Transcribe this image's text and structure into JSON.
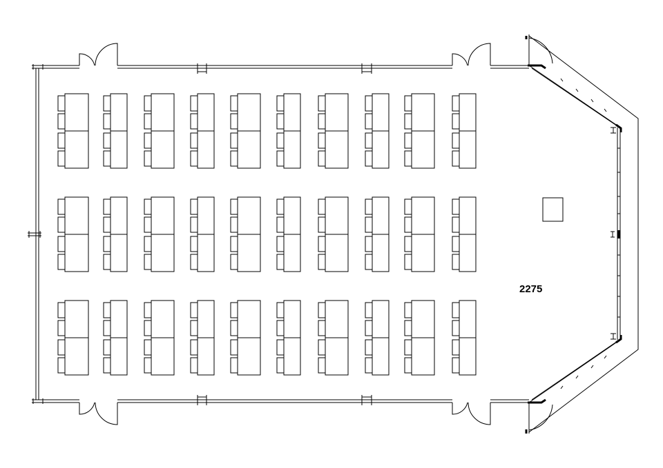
{
  "room": {
    "number": "2275"
  },
  "layout": {
    "columns": 10,
    "rows": 3,
    "tables_per_column": 2,
    "seats_per_table": 2
  },
  "colors": {
    "line": "#000000",
    "background": "#ffffff"
  }
}
